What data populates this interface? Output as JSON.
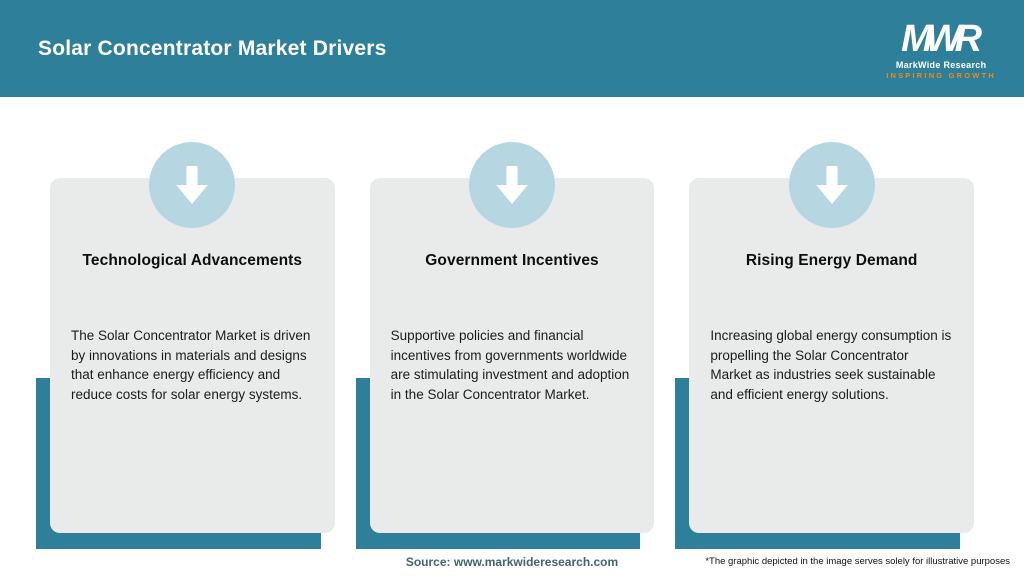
{
  "header": {
    "title": "Solar Concentrator Market Drivers",
    "logo": {
      "acronym": "MWR",
      "name": "MarkWide Research",
      "tagline": "Inspiring Growth"
    }
  },
  "cards": [
    {
      "icon": "down-arrow-icon",
      "title": "Technological Advancements",
      "body": "The Solar Concentrator Market is driven by innovations in materials and designs that enhance energy efficiency and reduce costs for solar energy systems."
    },
    {
      "icon": "down-arrow-icon",
      "title": "Government Incentives",
      "body": "Supportive policies and financial incentives from governments worldwide are stimulating investment and adoption in the Solar Concentrator Market."
    },
    {
      "icon": "down-arrow-icon",
      "title": "Rising Energy Demand",
      "body": "Increasing global energy consumption is propelling the Solar Concentrator Market as industries seek sustainable and efficient energy solutions."
    }
  ],
  "footer": {
    "source": "Source: www.markwideresearch.com",
    "disclaimer": "*The graphic depicted in the image serves solely for illustrative purposes"
  },
  "colors": {
    "header_bg": "#2e7f99",
    "accent_teal": "#2e7f99",
    "circle_fill": "#b6d7e2",
    "arrow": "#ffffff",
    "card_bg": "#e9ebeb",
    "logo_orange": "#ef8a1d",
    "source_text": "#44646e"
  }
}
